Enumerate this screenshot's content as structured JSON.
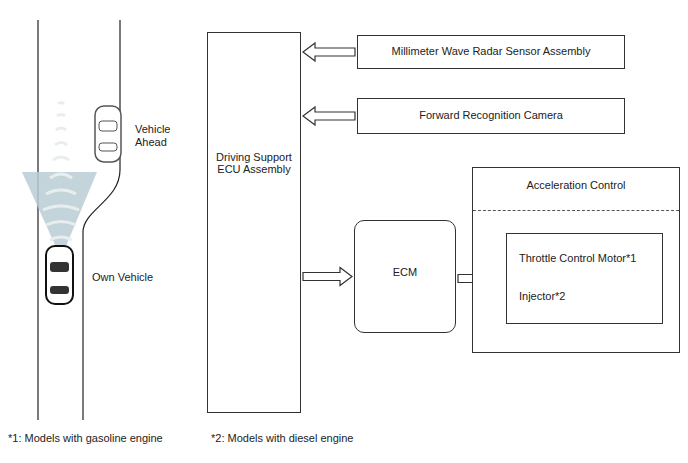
{
  "diagram": {
    "nodes": [
      {
        "text": [
          "Driving Support ECU Assembly"
        ]
      },
      {
        "text": [
          "Millimeter Wave Radar Sensor Assembly"
        ]
      },
      {
        "text": [
          "Forward Recognition Camera"
        ]
      },
      {
        "text": [
          "ECM"
        ]
      },
      {
        "text": [
          "Acceleration Control"
        ]
      },
      {
        "text": [
          "Throttle Control Motor*1",
          "Injector*2"
        ],
        "in": 4
      }
    ],
    "edges": [
      {
        "from": 1,
        "to": 0,
        "arrow": "to"
      },
      {
        "from": 2,
        "to": 0,
        "arrow": "to"
      },
      {
        "from": 0,
        "to": 3,
        "arrow": "to"
      },
      {
        "from": 3,
        "to": 5,
        "arrow": "to"
      }
    ],
    "labels": [
      "Vehicle Ahead",
      "Own Vehicle",
      "*1: Models with gasoline engine",
      "*2: Models with diesel engine"
    ]
  }
}
